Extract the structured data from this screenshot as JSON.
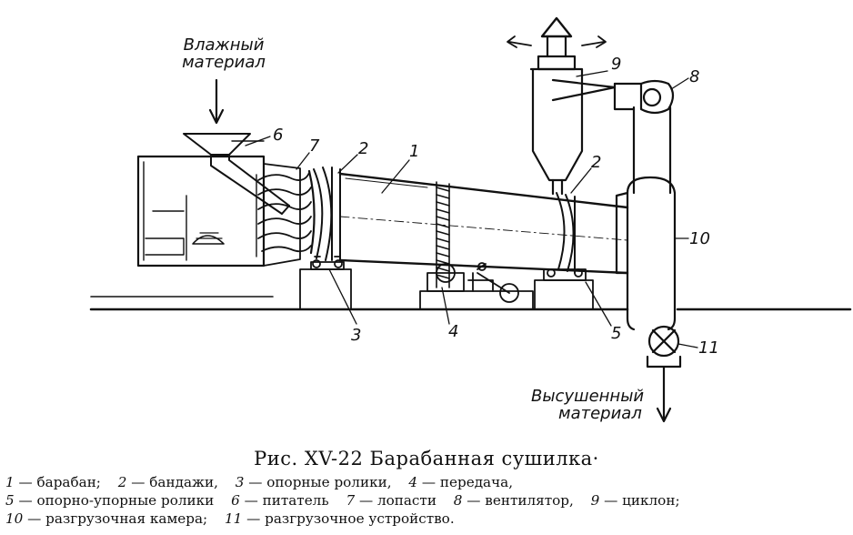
{
  "figure": {
    "input_label": [
      "Влажный",
      "материал"
    ],
    "output_label": [
      "Высушенный",
      "материал"
    ],
    "callouts": [
      "1",
      "2",
      "2",
      "3",
      "4",
      "5",
      "6",
      "7",
      "8",
      "9",
      "10",
      "11"
    ]
  },
  "caption": "Рис. XV-22  Барабанная сушилка·",
  "legend": [
    {
      "num": "1",
      "text": "— барабан;"
    },
    {
      "num": "2",
      "text": "— бандажи,"
    },
    {
      "num": "3",
      "text": "— опорные  ролики,"
    },
    {
      "num": "4",
      "text": "— передача,"
    },
    {
      "num": "5",
      "text": "— опорно-упорные  ролики"
    },
    {
      "num": "6",
      "text": "— питатель"
    },
    {
      "num": "7",
      "text": "— лопасти"
    },
    {
      "num": "8",
      "text": "— вентилятор,"
    },
    {
      "num": "9",
      "text": "— циклон;"
    },
    {
      "num": "10",
      "text": "— разгрузочная  камера;"
    },
    {
      "num": "11",
      "text": "— разгрузочное  устройство."
    }
  ]
}
